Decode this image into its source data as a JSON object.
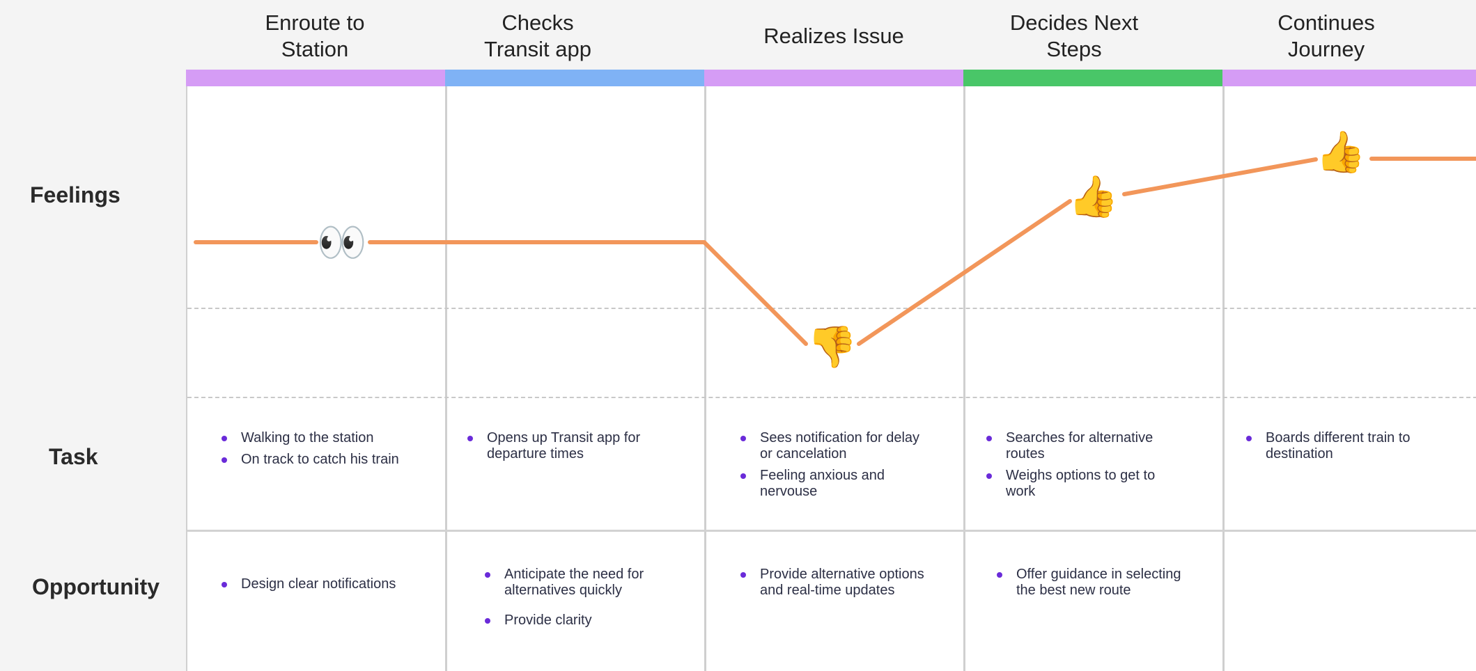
{
  "rows": {
    "feelings": "Feelings",
    "task": "Task",
    "opportunity": "Opportunity"
  },
  "colors": {
    "purple": "#d59cf5",
    "blue": "#7fb2f5",
    "green": "#49c668",
    "curve": "#f2965a",
    "bullet": "#6a2bd9"
  },
  "stages": [
    {
      "title": "Enroute to Station",
      "bar_color": "#d59cf5",
      "feeling_icon": "eyes-icon",
      "tasks": [
        "Walking to the station",
        "On track to catch his train"
      ],
      "opportunities": [
        "Design clear notifications"
      ]
    },
    {
      "title": "Checks Transit app",
      "bar_color": "#7fb2f5",
      "feeling_icon": "",
      "tasks": [
        "Opens up Transit app for departure times"
      ],
      "opportunities": [
        "Anticipate the need for alternatives quickly",
        "Provide clarity"
      ]
    },
    {
      "title": "Realizes Issue",
      "bar_color": "#d59cf5",
      "feeling_icon": "thumbs-down-icon",
      "tasks": [
        "Sees notification for delay or cancelation",
        "Feeling anxious and nervouse"
      ],
      "opportunities": [
        "Provide alternative options and real-time updates"
      ]
    },
    {
      "title": "Decides Next Steps",
      "bar_color": "#49c668",
      "feeling_icon": "thumbs-up-icon",
      "tasks": [
        "Searches for alternative routes",
        "Weighs options to get to work"
      ],
      "opportunities": [
        "Offer guidance in selecting the best new route"
      ]
    },
    {
      "title": "Continues Journey",
      "bar_color": "#d59cf5",
      "feeling_icon": "thumbs-up-icon",
      "tasks": [
        "Boards different train to destination"
      ],
      "opportunities": []
    }
  ]
}
